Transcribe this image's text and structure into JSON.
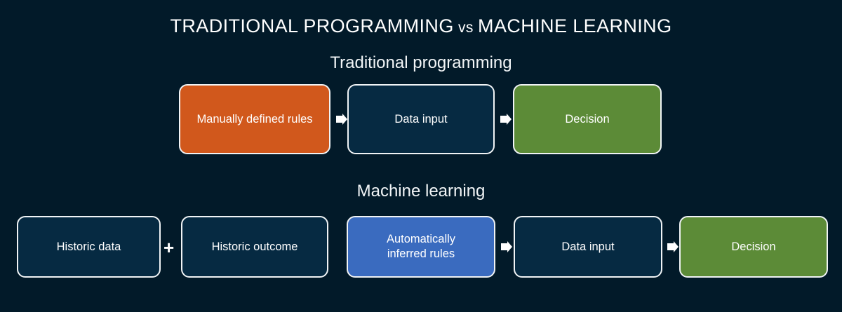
{
  "title": {
    "part1": "TRADITIONAL PROGRAMMING",
    "vs": "vs",
    "part2": "MACHINE LEARNING"
  },
  "colors": {
    "background": "#021a29",
    "orange": "#d1581c",
    "dark_navy": "#062a42",
    "green": "#5c8b37",
    "blue": "#3a6bbf",
    "outline": "#f0f3f5",
    "text": "#ffffff"
  },
  "sections": [
    {
      "id": "traditional-programming",
      "heading": "Traditional programming",
      "nodes": [
        {
          "label": "Manually defined rules",
          "style": "orange"
        },
        {
          "label": "Data input",
          "style": "dark"
        },
        {
          "label": "Decision",
          "style": "green"
        }
      ],
      "connectors": [
        "arrow",
        "arrow"
      ]
    },
    {
      "id": "machine-learning",
      "heading": "Machine learning",
      "nodes": [
        {
          "label": "Historic data",
          "style": "dark"
        },
        {
          "label": "Historic  outcome",
          "style": "dark"
        },
        {
          "label": "Automatically inferred rules",
          "style": "blue",
          "line1": "Automatically",
          "line2": "inferred rules"
        },
        {
          "label": "Data input",
          "style": "dark"
        },
        {
          "label": "Decision",
          "style": "green"
        }
      ],
      "connectors": [
        "plus",
        "arrow",
        "arrow",
        "arrow"
      ],
      "plus_symbol": "+"
    }
  ]
}
